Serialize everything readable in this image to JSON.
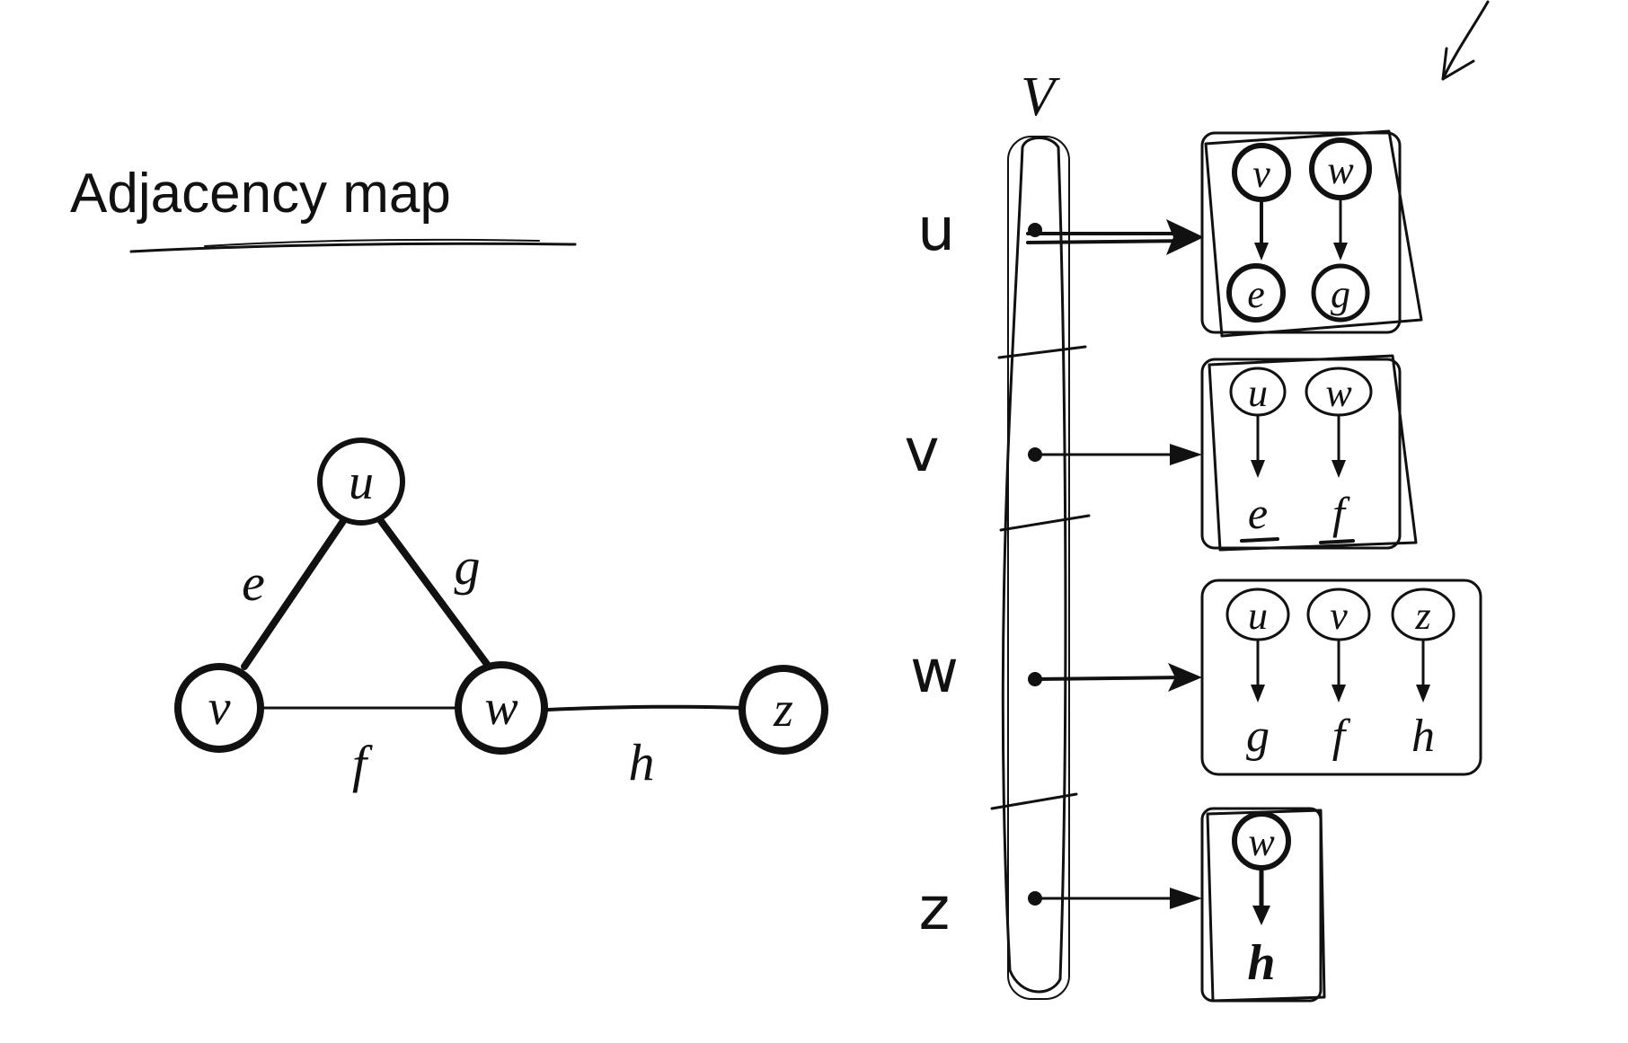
{
  "title": "Adjacency map",
  "graph": {
    "vertices": [
      {
        "id": "u",
        "label": "u"
      },
      {
        "id": "v",
        "label": "v"
      },
      {
        "id": "w",
        "label": "w"
      },
      {
        "id": "z",
        "label": "z"
      }
    ],
    "edges": [
      {
        "id": "e",
        "label": "e",
        "from": "u",
        "to": "v"
      },
      {
        "id": "g",
        "label": "g",
        "from": "u",
        "to": "w"
      },
      {
        "id": "f",
        "label": "f",
        "from": "v",
        "to": "w"
      },
      {
        "id": "h",
        "label": "h",
        "from": "w",
        "to": "z"
      }
    ]
  },
  "map": {
    "header": "V",
    "rows": [
      {
        "key": "u",
        "entries": [
          {
            "vertex": "v",
            "edge": "e"
          },
          {
            "vertex": "w",
            "edge": "g"
          }
        ]
      },
      {
        "key": "v",
        "entries": [
          {
            "vertex": "u",
            "edge": "e"
          },
          {
            "vertex": "w",
            "edge": "f"
          }
        ]
      },
      {
        "key": "w",
        "entries": [
          {
            "vertex": "u",
            "edge": "g"
          },
          {
            "vertex": "v",
            "edge": "f"
          },
          {
            "vertex": "z",
            "edge": "h"
          }
        ]
      },
      {
        "key": "z",
        "entries": [
          {
            "vertex": "w",
            "edge": "h"
          }
        ]
      }
    ]
  },
  "colors": {
    "ink": "#111111",
    "background": "#ffffff",
    "box_border": "#333333"
  }
}
